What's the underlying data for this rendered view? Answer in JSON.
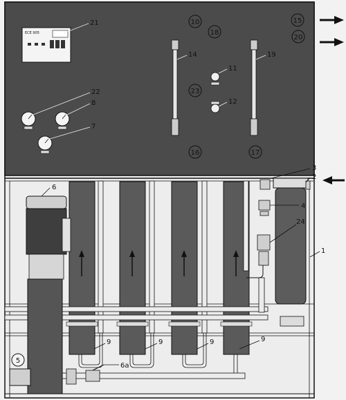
{
  "controller": {
    "display_text": "ECE 905"
  },
  "panel_labels": {
    "l21": "21",
    "l10": "10",
    "l18": "18",
    "l15": "15",
    "l20": "20",
    "l14": "14",
    "l19": "19",
    "l11": "11",
    "l23": "23",
    "l12": "12",
    "l22": "22",
    "l8": "8",
    "l7": "7",
    "l16": "16",
    "l17": "17"
  },
  "unit_labels": {
    "l3": "3",
    "l2": "2",
    "l6": "6",
    "l4": "4",
    "l24": "24",
    "l1": "1",
    "l9a": "9",
    "l9b": "9",
    "l9c": "9",
    "l9d": "9",
    "l5": "5",
    "l6a": "6a"
  }
}
